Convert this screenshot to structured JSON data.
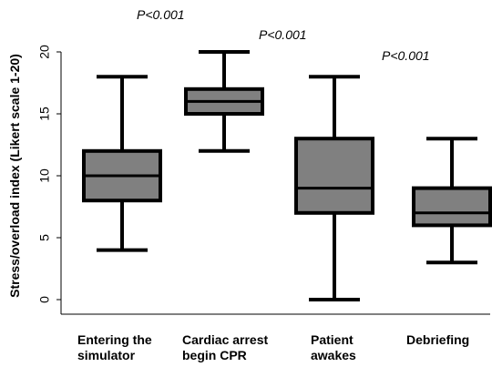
{
  "chart_data": {
    "type": "box",
    "ylabel": "Stress/overload index  (Likert scale 1-20)",
    "ylim": [
      0,
      20
    ],
    "yticks": [
      0,
      5,
      10,
      15,
      20
    ],
    "ytick_labels": [
      "0",
      "5",
      "10",
      "15",
      "20"
    ],
    "grid": false,
    "box_color": "#808080",
    "categories": [
      {
        "label_lines": [
          "Entering the",
          "simulator"
        ],
        "min": 4,
        "q1": 8,
        "median": 10,
        "q3": 12,
        "max": 18
      },
      {
        "label_lines": [
          "Cardiac arrest",
          "begin CPR"
        ],
        "min": 12,
        "q1": 15,
        "median": 16,
        "q3": 17,
        "max": 20
      },
      {
        "label_lines": [
          "Patient",
          "awakes"
        ],
        "min": 0,
        "q1": 7,
        "median": 9,
        "q3": 13,
        "max": 18
      },
      {
        "label_lines": [
          "Debriefing"
        ],
        "min": 3,
        "q1": 6,
        "median": 7,
        "q3": 9,
        "max": 13
      }
    ],
    "annotations": [
      {
        "text": "P<0.001",
        "between": [
          0,
          1
        ]
      },
      {
        "text": "P<0.001",
        "between": [
          1,
          2
        ]
      },
      {
        "text": "P<0.001",
        "between": [
          2,
          3
        ]
      }
    ]
  }
}
